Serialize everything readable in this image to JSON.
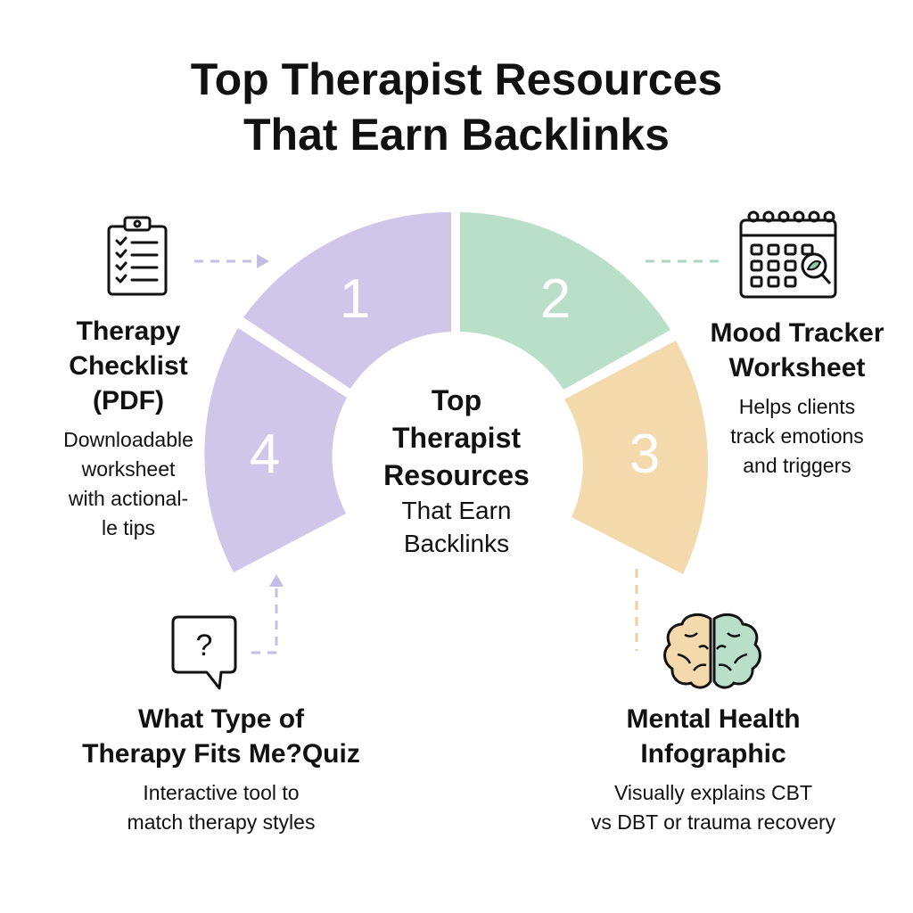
{
  "title": [
    "Top Therapist Resources",
    "That Earn Backlinks"
  ],
  "center": {
    "title": [
      "Top",
      "Therapist",
      "Resources"
    ],
    "subtitle": [
      "That Earn",
      "Backlinks"
    ]
  },
  "segments": [
    {
      "number": "1",
      "color": "#cfc6ea"
    },
    {
      "number": "2",
      "color": "#b9dfcb"
    },
    {
      "number": "3",
      "color": "#f4d9ad"
    },
    {
      "number": "4",
      "color": "#cfc6ea"
    }
  ],
  "resources": [
    {
      "icon": "clipboard-checklist-icon",
      "title": [
        "Therapy",
        "Checklist",
        "(PDF)"
      ],
      "description": [
        "Downloadable",
        "worksheet",
        "with actional-",
        "le tips"
      ]
    },
    {
      "icon": "calendar-icon",
      "title": [
        "Mood Tracker",
        "Worksheet"
      ],
      "description": [
        "Helps clients",
        "track emotions",
        "and triggers"
      ]
    },
    {
      "icon": "brain-icon",
      "title": [
        "Mental Health",
        "Infographic"
      ],
      "description": [
        "Visually explains CBT",
        "vs DBT or trauma recovery"
      ]
    },
    {
      "icon": "question-bubble-icon",
      "title": [
        "What Type of",
        "Therapy Fits Me?Quiz"
      ],
      "description": [
        "Interactive tool to",
        "match therapy styles"
      ]
    }
  ],
  "colors": {
    "purple": "#cfc6ea",
    "green": "#b9dfcb",
    "peach": "#f4d9ad",
    "outline": "#111111",
    "connector_purple": "#c6bde6",
    "connector_green": "#a9d5bf",
    "connector_peach": "#efcf9c"
  }
}
